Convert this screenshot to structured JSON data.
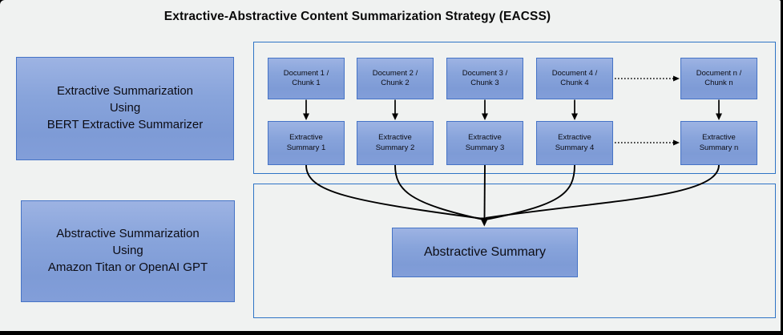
{
  "title": "Extractive-Abstractive Content Summarization Strategy (EACSS)",
  "panels": {
    "extractive": {
      "lines": [
        "Extractive Summarization",
        "Using",
        "BERT Extractive Summarizer"
      ]
    },
    "abstractive": {
      "lines": [
        "Abstractive Summarization",
        "Using",
        "Amazon Titan or OpenAI GPT"
      ]
    }
  },
  "pipeline": {
    "columns": [
      {
        "doc_line1": "Document 1 /",
        "doc_line2": "Chunk 1",
        "sum_line1": "Extractive",
        "sum_line2": "Summary 1"
      },
      {
        "doc_line1": "Document 2 /",
        "doc_line2": "Chunk 2",
        "sum_line1": "Extractive",
        "sum_line2": "Summary 2"
      },
      {
        "doc_line1": "Document 3 /",
        "doc_line2": "Chunk 3",
        "sum_line1": "Extractive",
        "sum_line2": "Summary 3"
      },
      {
        "doc_line1": "Document 4 /",
        "doc_line2": "Chunk 4",
        "sum_line1": "Extractive",
        "sum_line2": "Summary 4"
      },
      {
        "doc_line1": "Document n /",
        "doc_line2": "Chunk n",
        "sum_line1": "Extractive",
        "sum_line2": "Summary n"
      }
    ],
    "abstractive_summary_label": "Abstractive Summary"
  },
  "icons": {
    "down_arrow": "solid black arrow from each document box to its extractive summary",
    "dotted_arrow": "dotted ellipsis arrow between column 4 and column n",
    "merge_arrow": "five curves merging into one arrowhead at Abstractive Summary"
  },
  "colors": {
    "background": "#f0f2f1",
    "box_fill_top": "#9db3e3",
    "box_fill_bottom": "#7e9bd6",
    "box_border": "#4573c6",
    "container_border": "#2e74c6",
    "arrow": "#000000",
    "frame": "#000000"
  }
}
